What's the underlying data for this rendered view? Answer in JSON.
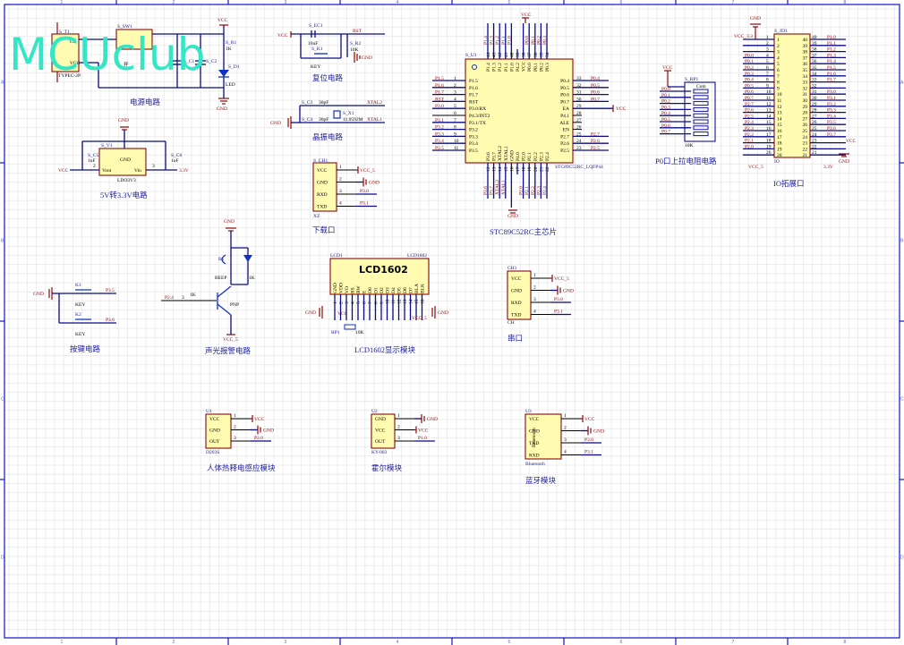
{
  "watermark": "MCUclub",
  "frame": {
    "columns": [
      "1",
      "2",
      "3",
      "4",
      "5",
      "6",
      "7",
      "8"
    ],
    "rows": [
      "A",
      "B",
      "C",
      "D"
    ]
  },
  "power_circuit": {
    "title": "电源电路",
    "usb": {
      "ref": "S_T1",
      "part": "TYPEC-2P",
      "pin1": "CC",
      "pin2": "VCC"
    },
    "switch": {
      "ref": "S_SW1",
      "label": "开",
      "pins": [
        "2",
        "3",
        "1"
      ]
    },
    "caps": [
      "S_C1",
      "S_C2"
    ],
    "resistor": {
      "ref": "S_R1",
      "value": "1K"
    },
    "led": {
      "ref": "S_D1",
      "part": "LED"
    },
    "nets": [
      "VCC",
      "GND"
    ]
  },
  "reset_circuit": {
    "title": "复位电路",
    "cap": {
      "ref": "S_EC1",
      "value": "10uF"
    },
    "key": {
      "ref": "S_K1",
      "part": "KEY"
    },
    "resistor": {
      "ref": "S_R2",
      "value": "10K"
    },
    "nets": [
      "VCC",
      "RST",
      "GND"
    ]
  },
  "crystal_circuit": {
    "title": "晶振电路",
    "c3": {
      "ref": "S_C3",
      "value": "30pF"
    },
    "c4": {
      "ref": "S_C4",
      "value": "30pF"
    },
    "crystal": {
      "ref": "S_X1",
      "value": "11.0592M"
    },
    "nets": [
      "XTAL2",
      "XTAL1",
      "GND"
    ]
  },
  "ldo_circuit": {
    "title": "5V转3.3V电路",
    "ref": "S_V1",
    "part": "LDO3V3",
    "pins": {
      "gnd": "GND",
      "vout": "Vout",
      "vin": "Vin",
      "n2": "2",
      "n3": "3"
    },
    "c5": {
      "ref": "S_C5",
      "value": "1uF"
    },
    "c6": {
      "ref": "S_C6",
      "value": "1uF"
    },
    "nets": [
      "GND",
      "VCC",
      "3.3V"
    ]
  },
  "download_port": {
    "title": "下载口",
    "ref": "S_CH1",
    "part": "XZ",
    "pins": [
      {
        "num": "1",
        "name": "VCC",
        "net": "VCC_5"
      },
      {
        "num": "2",
        "name": "GND",
        "net": "GND"
      },
      {
        "num": "3",
        "name": "RXD",
        "net": "P3.0"
      },
      {
        "num": "4",
        "name": "TXD",
        "net": "P3.1"
      }
    ]
  },
  "mcu": {
    "title": "STC89C52RC主芯片",
    "ref": "S_U1",
    "part": "STC89C52RC_LQFP44",
    "top_net": "VCC",
    "left_pins": [
      {
        "num": "1",
        "name": "P1.5",
        "net": "P1.5"
      },
      {
        "num": "2",
        "name": "P1.6",
        "net": "P1.6"
      },
      {
        "num": "3",
        "name": "P1.7",
        "net": "P1.7"
      },
      {
        "num": "4",
        "name": "RST",
        "net": "RST"
      },
      {
        "num": "5",
        "name": "P3.0/RX",
        "net": "P3.0"
      },
      {
        "num": "6",
        "name": "P4.3/INT2",
        "net": ""
      },
      {
        "num": "7",
        "name": "P3.1/TX",
        "net": "P3.1"
      },
      {
        "num": "8",
        "name": "P3.2",
        "net": "P3.2"
      },
      {
        "num": "9",
        "name": "P3.3",
        "net": "P3.3"
      },
      {
        "num": "10",
        "name": "P3.4",
        "net": "P3.4"
      },
      {
        "num": "11",
        "name": "P3.5",
        "net": "P3.5"
      }
    ],
    "right_pins": [
      {
        "num": "33",
        "name": "P0.4",
        "net": "P0.4"
      },
      {
        "num": "32",
        "name": "P0.5",
        "net": "P0.5"
      },
      {
        "num": "31",
        "name": "P0.6",
        "net": "P0.6"
      },
      {
        "num": "30",
        "name": "P0.7",
        "net": "P0.7"
      },
      {
        "num": "29",
        "name": "EA",
        "net": "VCC"
      },
      {
        "num": "28",
        "name": "P4.1",
        "net": ""
      },
      {
        "num": "27",
        "name": "ALE",
        "net": ""
      },
      {
        "num": "26",
        "name": "EN",
        "net": ""
      },
      {
        "num": "25",
        "name": "P2.7",
        "net": "P2.7"
      },
      {
        "num": "24",
        "name": "P2.6",
        "net": "P2.6"
      },
      {
        "num": "23",
        "name": "P2.5",
        "net": "P2.5"
      }
    ],
    "top_pins": [
      {
        "num": "44",
        "name": "P1.4",
        "net": "P1.4"
      },
      {
        "num": "43",
        "name": "P1.3",
        "net": "P1.3"
      },
      {
        "num": "42",
        "name": "P1.2",
        "net": "P1.2"
      },
      {
        "num": "41",
        "name": "P1.1",
        "net": "P1.1"
      },
      {
        "num": "40",
        "name": "P1.0",
        "net": "P1.0"
      },
      {
        "num": "39",
        "name": "P4.2",
        "net": ""
      },
      {
        "num": "38",
        "name": "VCC",
        "net": "VCC"
      },
      {
        "num": "37",
        "name": "P0.0",
        "net": "P0.0"
      },
      {
        "num": "36",
        "name": "P0.1",
        "net": "P0.1"
      },
      {
        "num": "35",
        "name": "P0.2",
        "net": "P0.2"
      },
      {
        "num": "34",
        "name": "P0.3",
        "net": "P0.3"
      }
    ],
    "bottom_pins": [
      {
        "num": "12",
        "name": "P3.6",
        "net": "P3.6"
      },
      {
        "num": "13",
        "name": "P3.7",
        "net": "P3.7"
      },
      {
        "num": "14",
        "name": "XTAL2",
        "net": "XTAL2"
      },
      {
        "num": "15",
        "name": "XTAL1",
        "net": "XTAL1"
      },
      {
        "num": "16",
        "name": "GND",
        "net": "GND"
      },
      {
        "num": "17",
        "name": "P4.0",
        "net": ""
      },
      {
        "num": "18",
        "name": "P2.0",
        "net": "P2.0"
      },
      {
        "num": "19",
        "name": "P2.1",
        "net": "P2.1"
      },
      {
        "num": "20",
        "name": "P2.2",
        "net": "P2.2"
      },
      {
        "num": "21",
        "name": "P2.3",
        "net": "P2.3"
      },
      {
        "num": "22",
        "name": "P2.4",
        "net": "P2.4"
      }
    ]
  },
  "pullup": {
    "title": "P0口上拉电阻电路",
    "ref": "S_RP1",
    "value": "10K",
    "common": "Com",
    "net": "VCC",
    "nets": [
      "P0.0",
      "P0.1",
      "P0.2",
      "P0.3",
      "P0.4",
      "P0.5",
      "P0.6",
      "P0.7"
    ]
  },
  "io_header": {
    "title": "IO拓展口",
    "ref": "S_JD1",
    "part": "IO",
    "left": [
      {
        "num": "1",
        "net": "VCC_3.3"
      },
      {
        "num": "2",
        "net": ""
      },
      {
        "num": "3",
        "net": ""
      },
      {
        "num": "4",
        "net": "P0.0"
      },
      {
        "num": "5",
        "net": "P0.1"
      },
      {
        "num": "6",
        "net": "P0.2"
      },
      {
        "num": "7",
        "net": "P0.3"
      },
      {
        "num": "8",
        "net": "P0.4"
      },
      {
        "num": "9",
        "net": "P0.5"
      },
      {
        "num": "10",
        "net": "P0.6"
      },
      {
        "num": "11",
        "net": "P0.7"
      },
      {
        "num": "12",
        "net": "P2.7"
      },
      {
        "num": "13",
        "net": "P2.6"
      },
      {
        "num": "14",
        "net": "P2.5"
      },
      {
        "num": "15",
        "net": "P2.4"
      },
      {
        "num": "16",
        "net": "P2.3"
      },
      {
        "num": "17",
        "net": "P2.2"
      },
      {
        "num": "18",
        "net": "P2.1"
      },
      {
        "num": "19",
        "net": "P2.0"
      },
      {
        "num": "20",
        "net": "VCC_5"
      }
    ],
    "right": [
      {
        "num": "40",
        "net": "P1.0"
      },
      {
        "num": "39",
        "net": "P1.1"
      },
      {
        "num": "38",
        "net": "P1.2"
      },
      {
        "num": "37",
        "net": "P1.3"
      },
      {
        "num": "36",
        "net": "P1.4"
      },
      {
        "num": "35",
        "net": "P1.5"
      },
      {
        "num": "34",
        "net": "P1.6"
      },
      {
        "num": "33",
        "net": "P1.7"
      },
      {
        "num": "32",
        "net": ""
      },
      {
        "num": "31",
        "net": "P3.0"
      },
      {
        "num": "30",
        "net": "P3.1"
      },
      {
        "num": "29",
        "net": "P3.2"
      },
      {
        "num": "28",
        "net": "P3.3"
      },
      {
        "num": "27",
        "net": "P3.4"
      },
      {
        "num": "26",
        "net": "P3.5"
      },
      {
        "num": "25",
        "net": "P3.6"
      },
      {
        "num": "24",
        "net": "P3.7"
      },
      {
        "num": "23",
        "net": "VCC"
      },
      {
        "num": "22",
        "net": "GND"
      },
      {
        "num": "21",
        "net": "3.3V"
      }
    ],
    "extra_nets": [
      "GND",
      "VCC_3.3",
      "VCC_5",
      "3.3V",
      "VCC",
      "GND"
    ]
  },
  "key_circuit": {
    "title": "按键电路",
    "keys": [
      {
        "ref": "K1",
        "part": "KEY",
        "net": "P3.5"
      },
      {
        "ref": "K2",
        "part": "KEY",
        "net": "P3.6"
      }
    ],
    "gnd": "GND"
  },
  "alarm_circuit": {
    "title": "声光报警电路",
    "buzzer": {
      "ref": "B1",
      "part": "BEEP"
    },
    "resistor_base": {
      "value": "1K",
      "net": "P2.4",
      "pin": "3"
    },
    "resistor_led": {
      "value": "1K"
    },
    "transistor": "PNP",
    "nets": [
      "GND",
      "VCC_5"
    ]
  },
  "lcd": {
    "title": "LCD1602显示模块",
    "ref": "LCD1",
    "part": "LCD1602",
    "name": "LCD1602",
    "pins": [
      "GND",
      "VDD",
      "VO",
      "RS",
      "RW",
      "E",
      "D0",
      "D1",
      "D2",
      "D3",
      "D4",
      "D5",
      "D6",
      "D7",
      "BLA",
      "BLK"
    ],
    "nets": [
      "GND",
      "VCC",
      "VCC_5",
      "GND"
    ],
    "pot": {
      "ref": "RP1",
      "value": "10K"
    }
  },
  "uart": {
    "title": "串口",
    "ref": "CH1",
    "part": "CH",
    "pins": [
      {
        "num": "1",
        "name": "VCC",
        "net": "VCC_5"
      },
      {
        "num": "2",
        "name": "GND",
        "net": "GND"
      },
      {
        "num": "3",
        "name": "RXD",
        "net": "P3.0"
      },
      {
        "num": "4",
        "name": "TXD",
        "net": "P3.1"
      }
    ]
  },
  "pir": {
    "title": "人体热释电感应模块",
    "ref": "U1",
    "part": "D203S",
    "pins": [
      {
        "num": "1",
        "name": "VCC",
        "net": "VCC"
      },
      {
        "num": "2",
        "name": "GND",
        "net": "GND"
      },
      {
        "num": "3",
        "name": "OUT",
        "net": "P2.0"
      }
    ]
  },
  "hall": {
    "title": "霍尔模块",
    "ref": "U2",
    "part": "KY-003",
    "pins": [
      {
        "num": "1",
        "name": "GND",
        "net": "GND"
      },
      {
        "num": "2",
        "name": "VCC",
        "net": "VCC"
      },
      {
        "num": "3",
        "name": "OUT",
        "net": "P1.0"
      }
    ]
  },
  "bluetooth": {
    "title": "蓝牙模块",
    "ref": "U3",
    "part": "Bluetooth",
    "body_label": "Bluetooth",
    "pins": [
      {
        "num": "1",
        "name": "VCC",
        "net": "VCC"
      },
      {
        "num": "2",
        "name": "GND",
        "net": "GND"
      },
      {
        "num": "3",
        "name": "TXD",
        "net": "P3.0"
      },
      {
        "num": "4",
        "name": "RXD",
        "net": "P3.1"
      }
    ]
  }
}
